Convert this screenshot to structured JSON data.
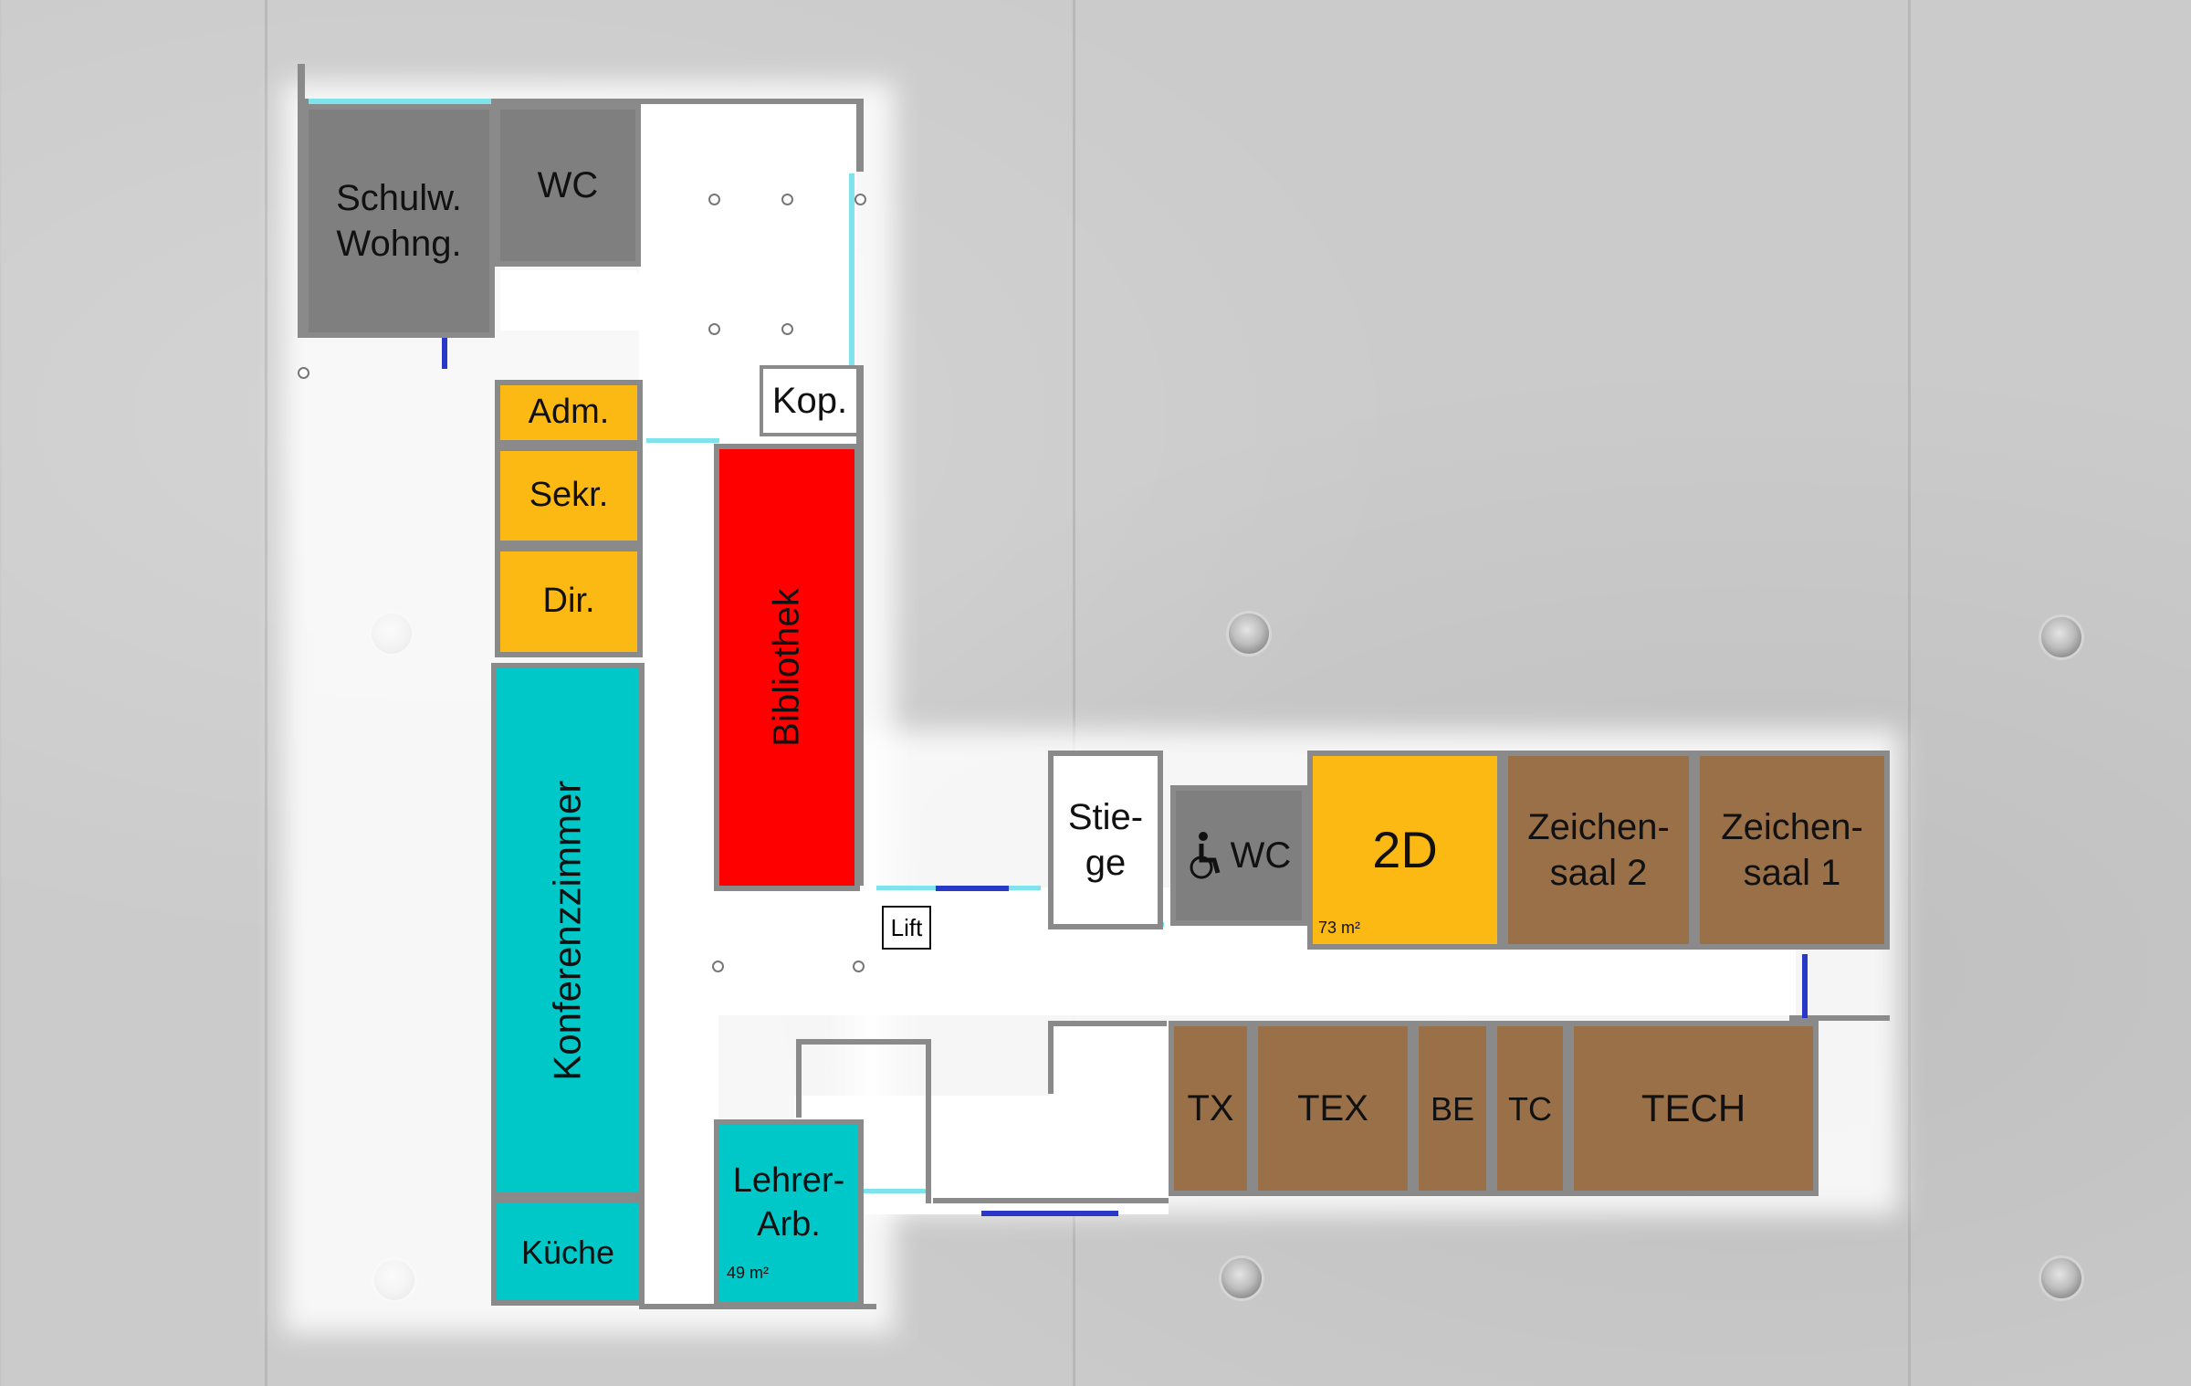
{
  "colors": {
    "admin": "#FDB913",
    "conference": "#00C8C8",
    "library": "#FF0000",
    "service": "#7F7F7F",
    "craft": "#9A7048",
    "corridor": "#FFFFFF",
    "background": "#C9C9C9"
  },
  "rooms": {
    "schulwart": "Schulw.\nWohng.",
    "wc_top": "WC",
    "kop": "Kop.",
    "adm": "Adm.",
    "sekr": "Sekr.",
    "dir": "Dir.",
    "bibliothek": "Bibliothek",
    "konferenz": "Konferenzzimmer",
    "kueche": "Küche",
    "lehrer": "Lehrer-\nArb.",
    "lehrer_area": "49 m²",
    "lift": "Lift",
    "stiege": "Stie-\nge",
    "wc_access": "WC",
    "room_2d": "2D",
    "room_2d_area": "73 m²",
    "zeichensaal2": "Zeichen-\nsaal 2",
    "zeichensaal1": "Zeichen-\nsaal 1",
    "tx": "TX",
    "tex": "TEX",
    "be": "BE",
    "tc": "TC",
    "tech": "TECH"
  },
  "icons": {
    "wc_access": "wheelchair-icon"
  }
}
